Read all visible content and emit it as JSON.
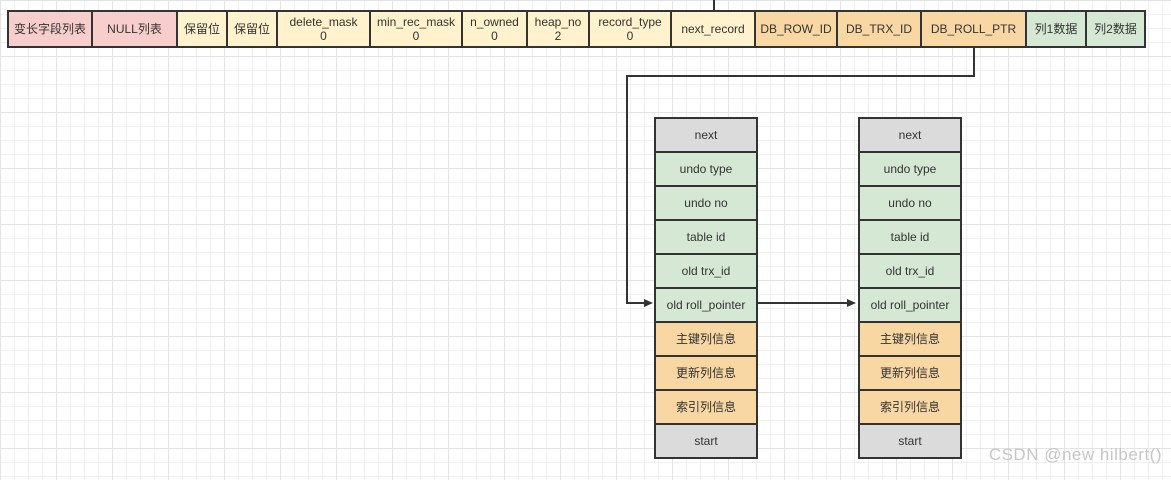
{
  "colors": {
    "pink": "#F8CECC",
    "yellow": "#FFF2CC",
    "orange": "#F8D7A3",
    "green": "#D5E8D4",
    "gray": "#DBDBDB",
    "border": "#333333",
    "connector": "#333333",
    "watermark_text": "#C6C6C6"
  },
  "record_row": {
    "cells": [
      {
        "label": "变长字段列表",
        "color": "pink"
      },
      {
        "label": "NULL列表",
        "color": "pink"
      },
      {
        "label": "保留位",
        "color": "yellow"
      },
      {
        "label": "保留位",
        "color": "yellow"
      },
      {
        "label": "delete_mask",
        "value": "0",
        "color": "yellow"
      },
      {
        "label": "min_rec_mask",
        "value": "0",
        "color": "yellow"
      },
      {
        "label": "n_owned",
        "value": "0",
        "color": "yellow"
      },
      {
        "label": "heap_no",
        "value": "2",
        "color": "yellow"
      },
      {
        "label": "record_type",
        "value": "0",
        "color": "yellow"
      },
      {
        "label": "next_record",
        "color": "yellow"
      },
      {
        "label": "DB_ROW_ID",
        "color": "orange"
      },
      {
        "label": "DB_TRX_ID",
        "color": "orange"
      },
      {
        "label": "DB_ROLL_PTR",
        "color": "orange"
      },
      {
        "label": "列1数据",
        "color": "green"
      },
      {
        "label": "列2数据",
        "color": "green"
      }
    ]
  },
  "undo_logs": {
    "left": {
      "cells": [
        {
          "label": "next",
          "color": "gray"
        },
        {
          "label": "undo type",
          "color": "green"
        },
        {
          "label": "undo no",
          "color": "green"
        },
        {
          "label": "table id",
          "color": "green"
        },
        {
          "label": "old trx_id",
          "color": "green"
        },
        {
          "label": "old roll_pointer",
          "color": "green"
        },
        {
          "label": "主键列信息",
          "color": "orange"
        },
        {
          "label": "更新列信息",
          "color": "orange"
        },
        {
          "label": "索引列信息",
          "color": "orange"
        },
        {
          "label": "start",
          "color": "gray"
        }
      ]
    },
    "right": {
      "cells": [
        {
          "label": "next",
          "color": "gray"
        },
        {
          "label": "undo type",
          "color": "green"
        },
        {
          "label": "undo no",
          "color": "green"
        },
        {
          "label": "table id",
          "color": "green"
        },
        {
          "label": "old trx_id",
          "color": "green"
        },
        {
          "label": "old roll_pointer",
          "color": "green"
        },
        {
          "label": "主键列信息",
          "color": "orange"
        },
        {
          "label": "更新列信息",
          "color": "orange"
        },
        {
          "label": "索引列信息",
          "color": "orange"
        },
        {
          "label": "start",
          "color": "gray"
        }
      ]
    }
  },
  "watermark": "CSDN @new hilbert()"
}
